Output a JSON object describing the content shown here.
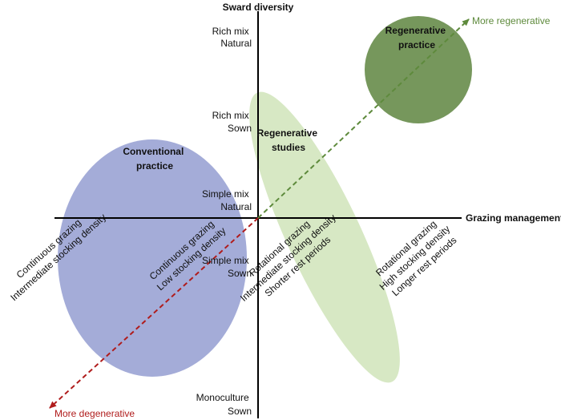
{
  "axes": {
    "y_title": "Sward diversity",
    "x_title": "Grazing management"
  },
  "y_levels": [
    {
      "line1": "Rich mix",
      "line2": "Natural"
    },
    {
      "line1": "Rich mix",
      "line2": "Sown"
    },
    {
      "line1": "Simple mix",
      "line2": "Natural"
    },
    {
      "line1": "Simple mix",
      "line2": "Sown"
    },
    {
      "line1": "Monoculture",
      "line2": "Sown"
    }
  ],
  "x_levels": [
    {
      "lines": [
        "Continuous grazing",
        "Intermediate stocking density"
      ]
    },
    {
      "lines": [
        "Continuous grazing",
        "Low stocking density"
      ]
    },
    {
      "lines": [
        "Rotational grazing",
        "Intermediate stocking density",
        "Shorter rest periods"
      ]
    },
    {
      "lines": [
        "Rotational grazing",
        "High stocking density",
        "Longer rest periods"
      ]
    }
  ],
  "regions": {
    "conventional": {
      "line1": "Conventional",
      "line2": "practice",
      "color": "#a4acd8"
    },
    "studies": {
      "line1": "Regenerative",
      "line2": "studies",
      "color": "#d7e8c4"
    },
    "regenerative": {
      "line1": "Regenerative",
      "line2": "practice",
      "color": "#76975c"
    }
  },
  "trends": {
    "regenerative": {
      "label": "More regenerative",
      "color": "#5e8a3c"
    },
    "degenerative": {
      "label": "More degenerative",
      "color": "#b01c1c"
    }
  }
}
